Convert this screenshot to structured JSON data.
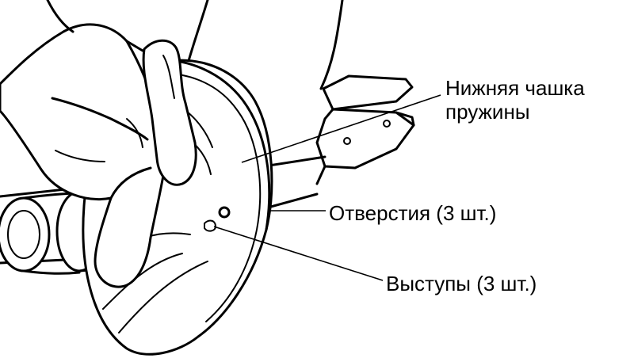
{
  "labels": {
    "spring_cup_line1": "Нижняя чашка",
    "spring_cup_line2": "пружины",
    "holes": "Отверстия (3 шт.)",
    "bosses": "Выступы (3 шт.)"
  },
  "colors": {
    "ink": "#000000",
    "background": "#ffffff"
  }
}
